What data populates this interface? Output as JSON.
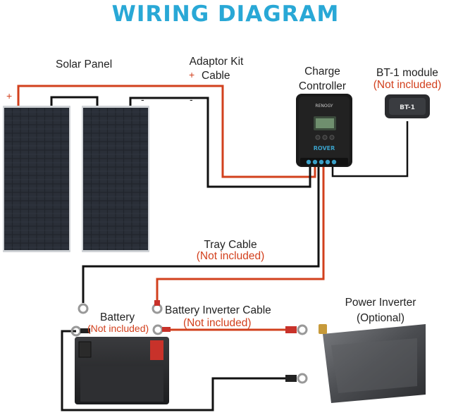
{
  "title": "WIRING DIAGRAM",
  "labels": {
    "solar_panel": "Solar Panel",
    "adaptor_line1": "Adaptor Kit",
    "adaptor_line2": "Cable",
    "plus": "+",
    "minus": "-",
    "charge_line1": "Charge",
    "charge_line2": "Controller",
    "bt1_title": "BT-1 module",
    "not_included": "(Not included)",
    "tray_cable": "Tray Cable",
    "battery": "Battery",
    "battery_inverter_cable": "Battery Inverter Cable",
    "power_inverter": "Power Inverter",
    "optional": "(Optional)"
  },
  "device_text": {
    "brand": "RENOGY",
    "model": "ROVER",
    "bt_module": "BT-1"
  },
  "colors": {
    "title": "#29a8d6",
    "positive_wire": "#d2401d",
    "negative_wire": "#111111",
    "panel": "#1b1e24",
    "controller": "#1a1a1a"
  }
}
